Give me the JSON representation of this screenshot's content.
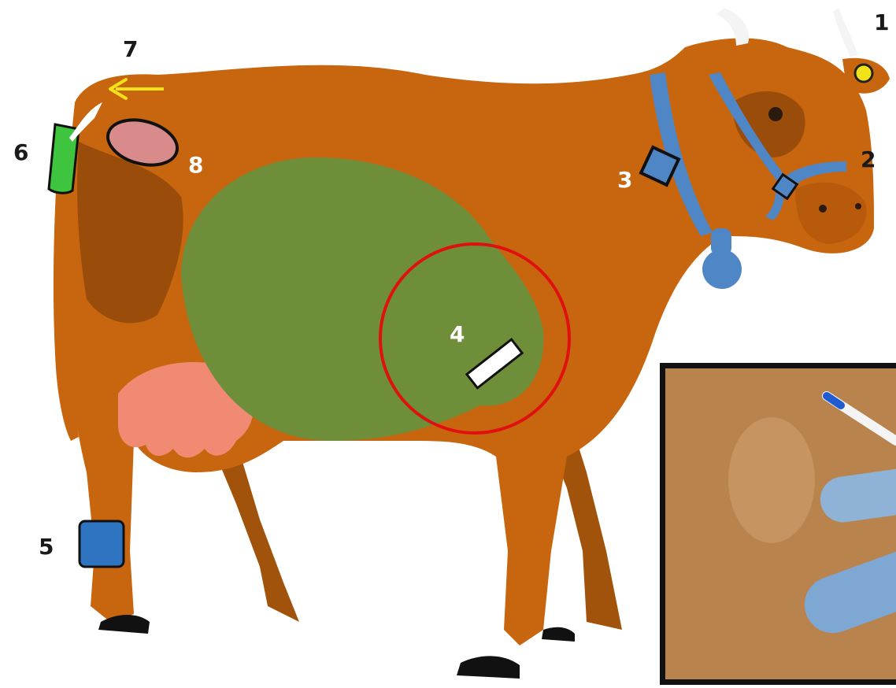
{
  "diagram": {
    "labels": [
      {
        "id": "1",
        "text": "1",
        "color": "#1a1a1a"
      },
      {
        "id": "2",
        "text": "2",
        "color": "#1a1a1a"
      },
      {
        "id": "3",
        "text": "3",
        "color": "#ffffff"
      },
      {
        "id": "4",
        "text": "4",
        "color": "#ffffff"
      },
      {
        "id": "5",
        "text": "5",
        "color": "#1a1a1a"
      },
      {
        "id": "6",
        "text": "6",
        "color": "#1a1a1a"
      },
      {
        "id": "7",
        "text": "7",
        "color": "#1a1a1a"
      },
      {
        "id": "8",
        "text": "8",
        "color": "#ffffff"
      }
    ]
  },
  "colors": {
    "body": "#c8660f",
    "body_dark": "#9a4d0a",
    "rumen": "#6e8e3a",
    "udder": "#f08a72",
    "collar_blue": "#4f86c6",
    "tail_sensor": "#3ec43e",
    "ear_tag": "#f2e21a",
    "leg_band": "#2f74c0",
    "vulva_patch": "#d98a8a",
    "highlight_circle": "#e01010",
    "arrow": "#f2e21a",
    "hoof": "#111111",
    "table": "#b8834c"
  }
}
